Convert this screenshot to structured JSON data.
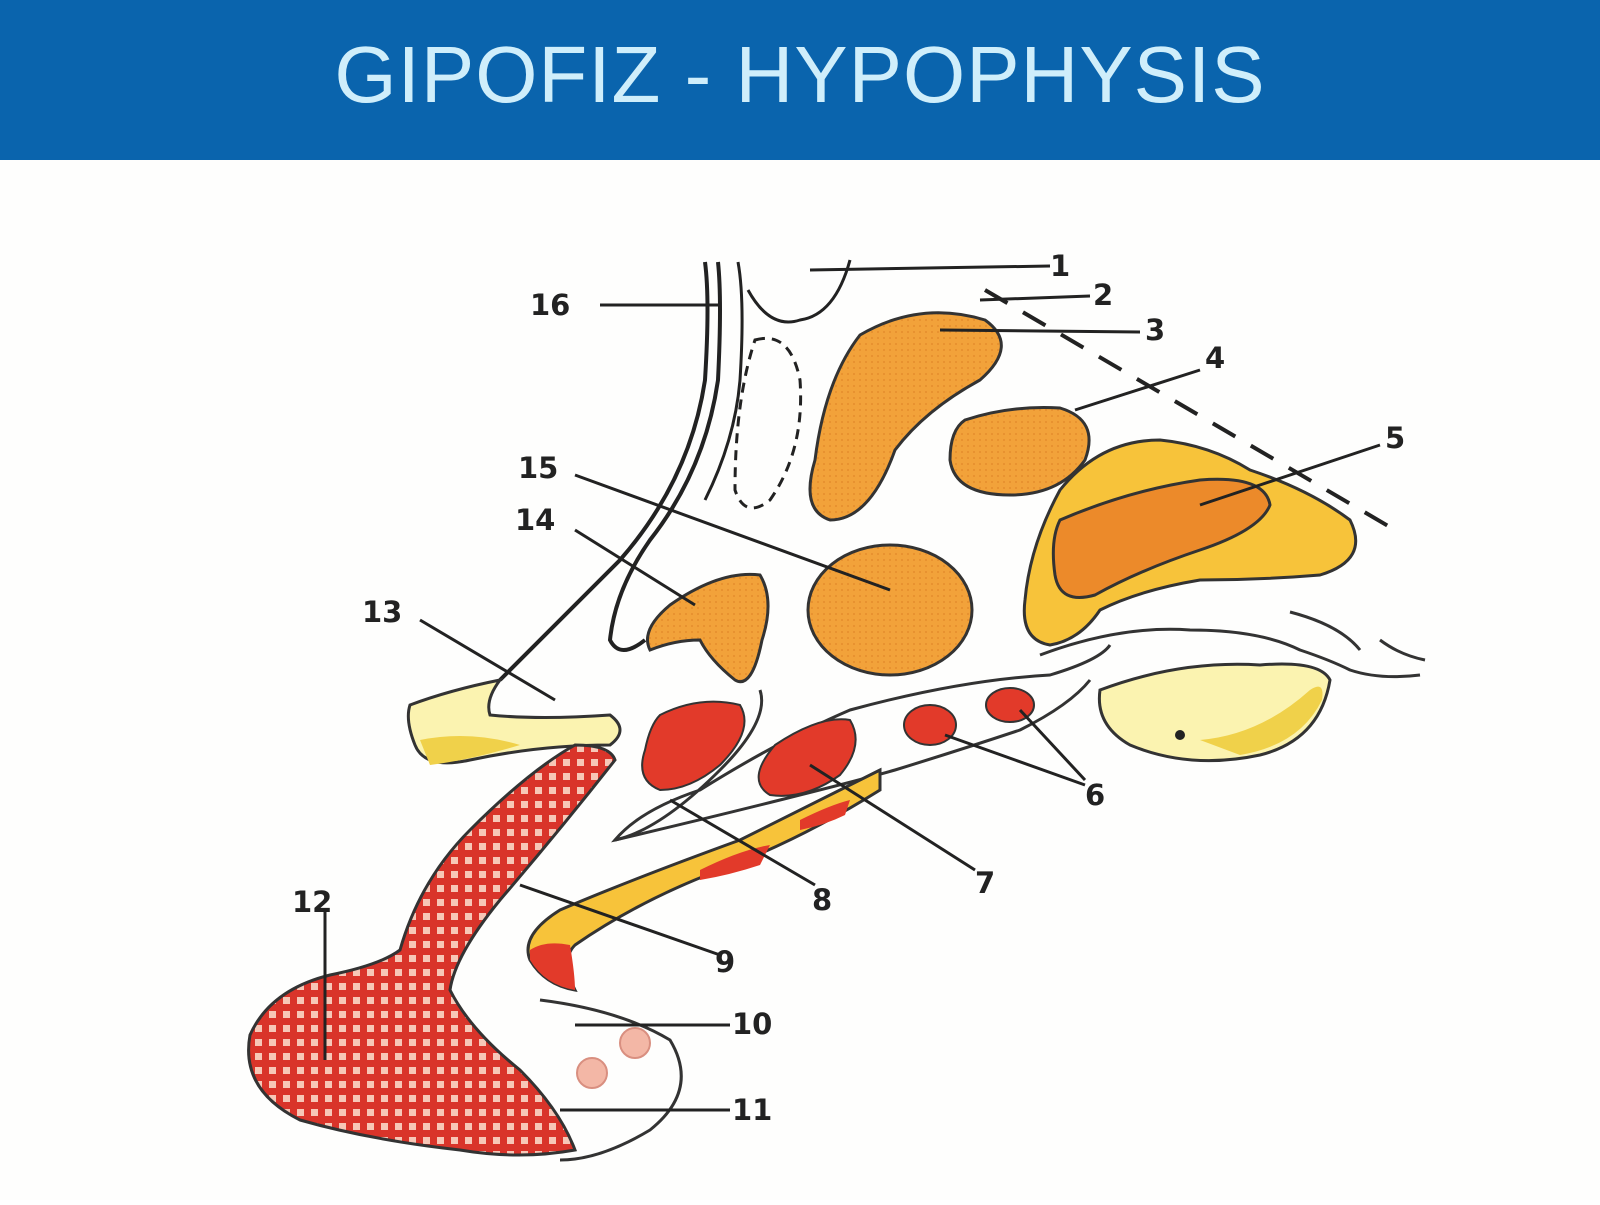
{
  "title": "GIPOFIZ - HYPOPHYSIS",
  "labels": [
    "1",
    "2",
    "3",
    "4",
    "5",
    "6",
    "7",
    "8",
    "9",
    "10",
    "11",
    "12",
    "13",
    "14",
    "15",
    "16"
  ],
  "colors": {
    "header": "#0a64ad",
    "title_text": "#cfeefb",
    "orange": "#f2a23a",
    "dark_orange": "#ec8a2a",
    "red": "#e23a2a",
    "yellow": "#f7e27a",
    "pale_yellow": "#fbf3b0",
    "outline": "#2a2a2a"
  }
}
